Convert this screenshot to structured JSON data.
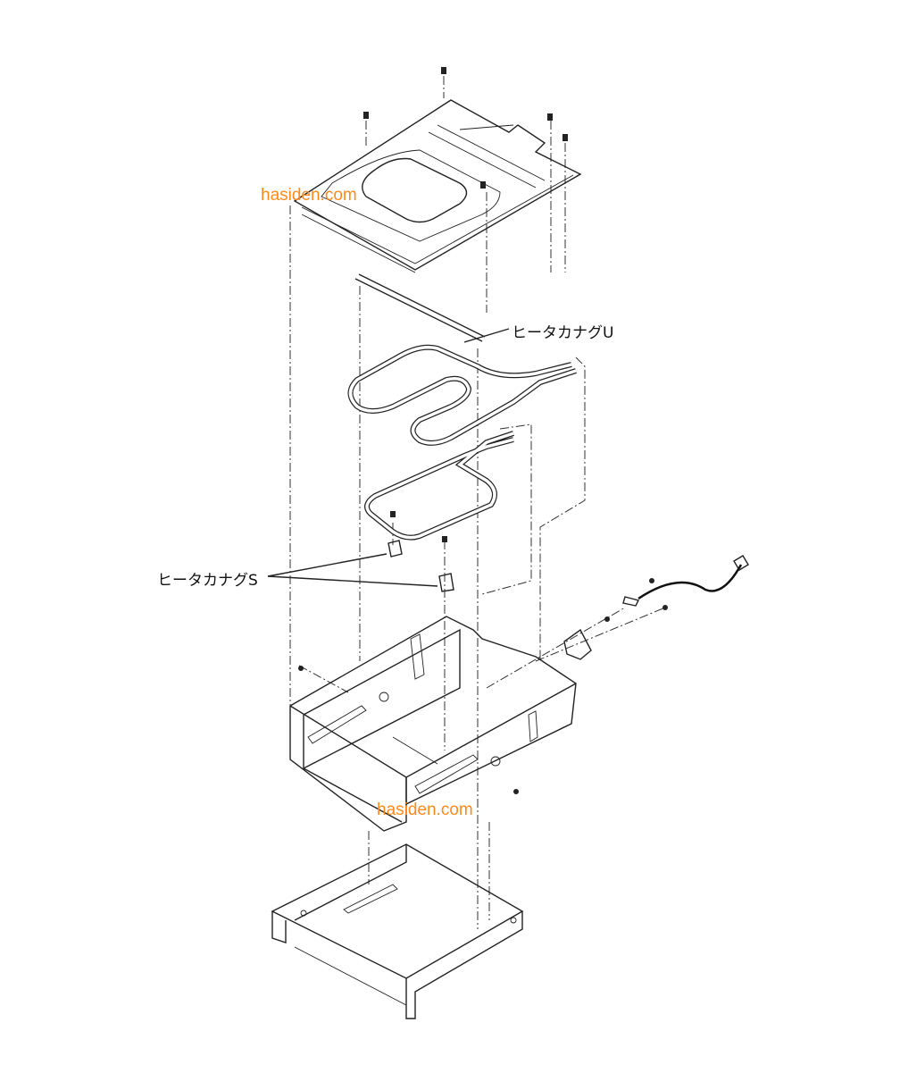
{
  "labels": {
    "heater_bracket_u": "ヒータカナグU",
    "heater_bracket_s": "ヒータカナグS"
  },
  "watermarks": [
    "hasiden.com",
    "hasiden.com"
  ],
  "colors": {
    "watermark": "#ff8a1a",
    "line": "#222222"
  }
}
